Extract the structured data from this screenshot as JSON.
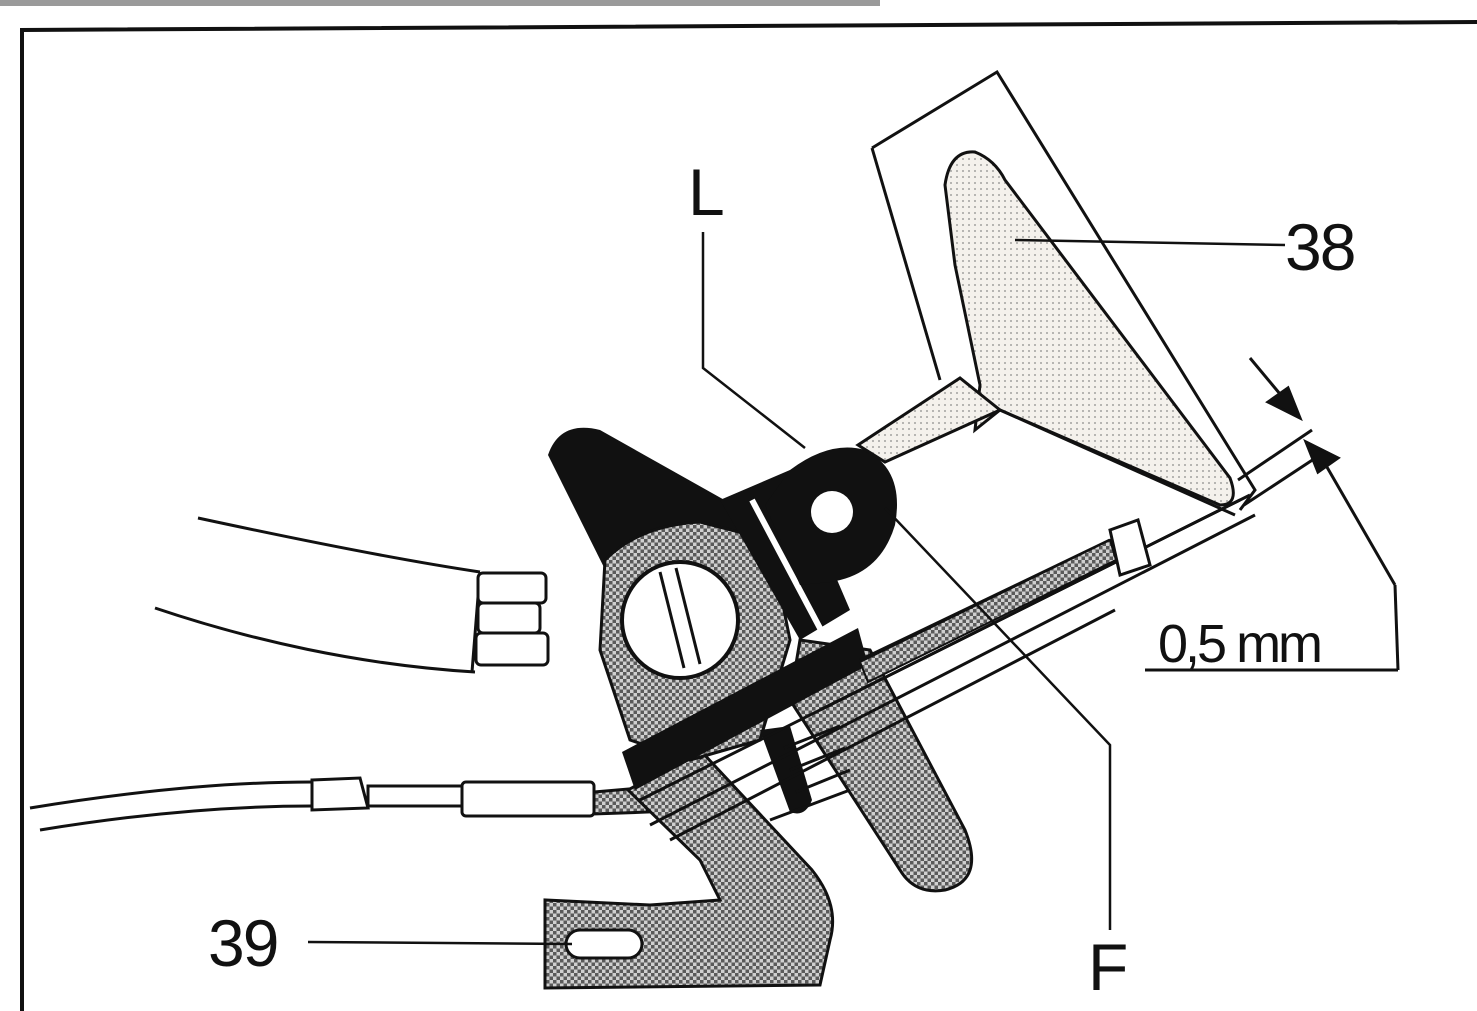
{
  "diagram": {
    "labels": {
      "L": "L",
      "F": "F",
      "part_38": "38",
      "part_39": "39",
      "gap": "0,5 mm"
    },
    "colors": {
      "ink": "#111111",
      "paper": "#ffffff",
      "stipple": "#e9e4dc"
    }
  }
}
